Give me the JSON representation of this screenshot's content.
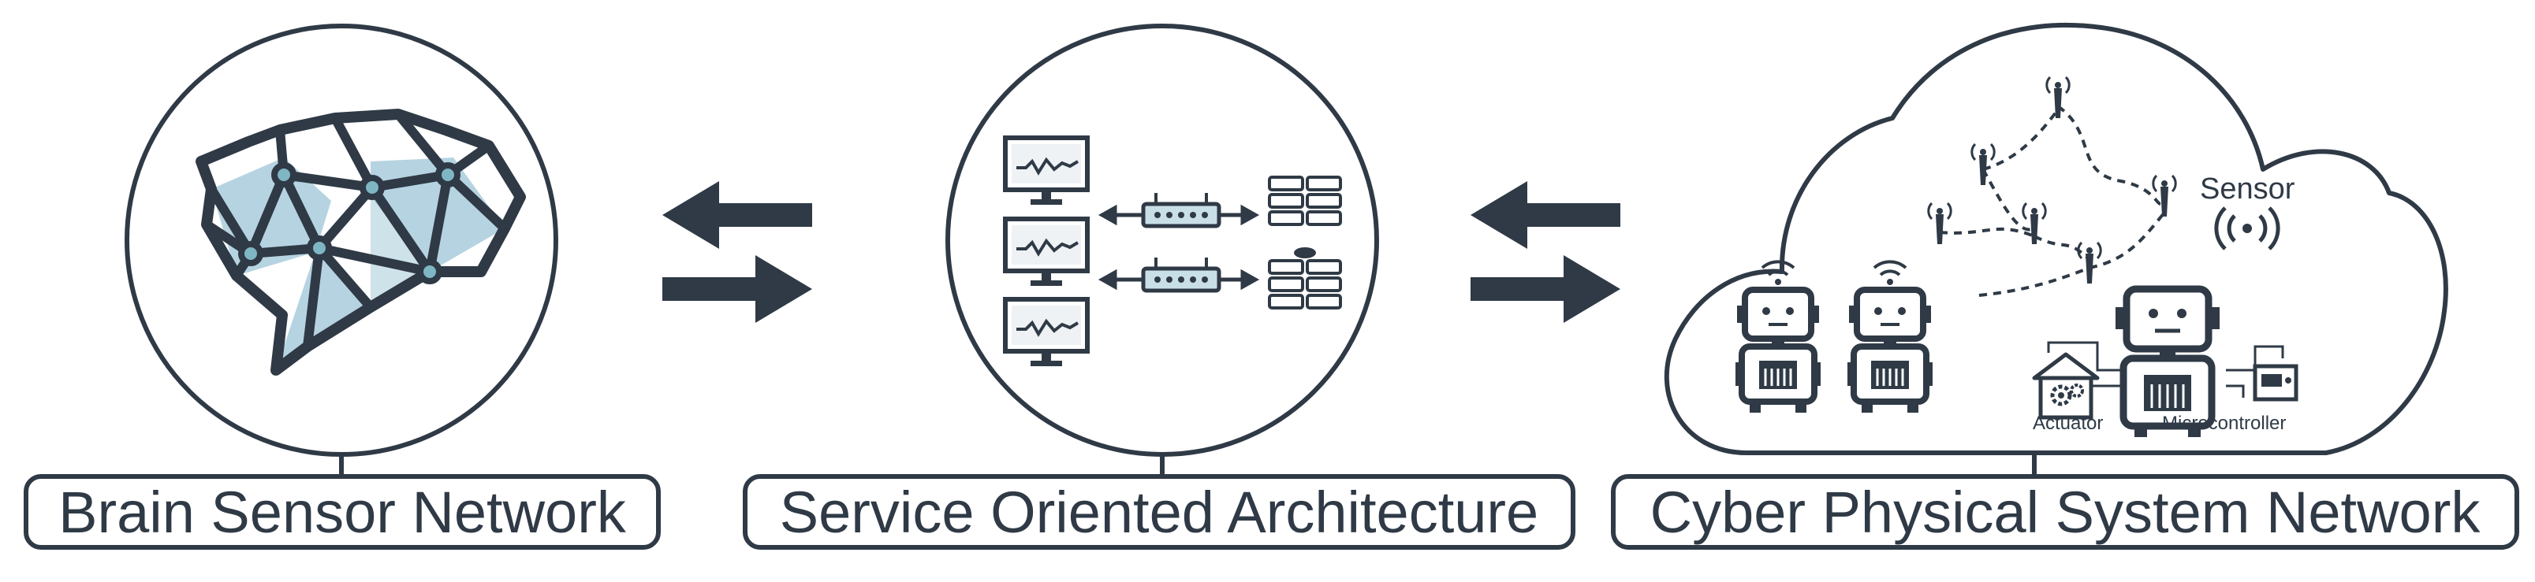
{
  "panels": [
    {
      "label": "Brain Sensor Network"
    },
    {
      "label": "Service Oriented Architecture"
    },
    {
      "label": "Cyber Physical System Network"
    }
  ],
  "cloud": {
    "sensor_label": "Sensor",
    "actuator_label": "Actuator",
    "microcontroller_label": "Microcontroller"
  },
  "colors": {
    "ink": "#2f3a46",
    "accent": "#a9cbdc",
    "node": "#7fb6c4"
  }
}
